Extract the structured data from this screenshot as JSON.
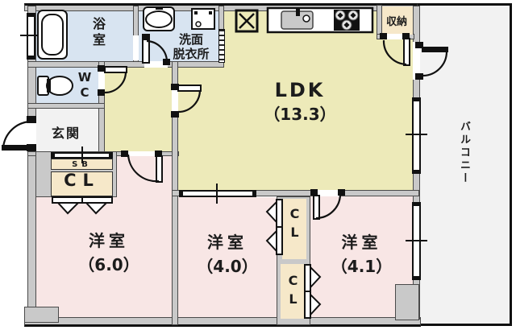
{
  "rooms": {
    "bathroom": {
      "label": "浴室"
    },
    "washroom": {
      "lines": [
        "洗面",
        "脱衣所"
      ]
    },
    "wc": {
      "label": "WC"
    },
    "genkan": {
      "label": "玄関"
    },
    "ldk": {
      "label": "LDK",
      "size": "（13.3）"
    },
    "storage": {
      "label": "収納"
    },
    "balcony": {
      "label": "バルコニー"
    },
    "bedroom_6": {
      "label": "洋室",
      "size": "（6.0）"
    },
    "bedroom_4_0": {
      "label": "洋室",
      "size": "（4.0）"
    },
    "bedroom_4_1": {
      "label": "洋室",
      "size": "（4.1）"
    },
    "shoe_box": {
      "label": "SB"
    },
    "closet_entry": {
      "label": "CL"
    },
    "closet_mid": {
      "label": "CL"
    },
    "closet_south": {
      "label": "CL"
    }
  },
  "colors": {
    "yellow": "#edeab9",
    "pink": "#f8e6e5",
    "blue": "#d8e4f1",
    "cream": "#f6e8c9",
    "wall": "#c9c9c9",
    "light": "#f2f2f2",
    "line": "#111111"
  }
}
